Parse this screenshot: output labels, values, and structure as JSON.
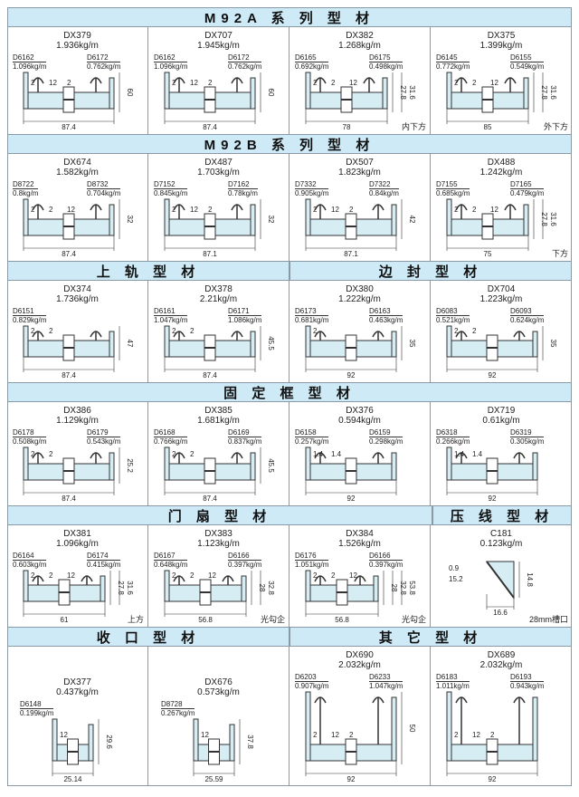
{
  "colors": {
    "header_bg": "#cdeaf6",
    "profile_fill": "#d6edf4",
    "line": "#333333"
  },
  "sections": [
    {
      "headers": [
        "M92A 系 列 型 材"
      ],
      "cells": [
        {
          "code": "DX379",
          "weight": "1.936kg/m",
          "parts": [
            {
              "code": "D6162",
              "weight": "1.096kg/m"
            },
            {
              "code": "D6172",
              "weight": "0.762kg/m"
            }
          ],
          "width": "87.4",
          "heights": [
            "60"
          ],
          "small": [
            "2",
            "12",
            "2"
          ],
          "note": ""
        },
        {
          "code": "DX707",
          "weight": "1.945kg/m",
          "parts": [
            {
              "code": "D6162",
              "weight": "1.096kg/m"
            },
            {
              "code": "D6172",
              "weight": "0.762kg/m"
            }
          ],
          "width": "87.4",
          "heights": [
            "60"
          ],
          "small": [
            "2",
            "12",
            "2"
          ],
          "note": ""
        },
        {
          "code": "DX382",
          "weight": "1.268kg/m",
          "parts": [
            {
              "code": "D6165",
              "weight": "0.692kg/m"
            },
            {
              "code": "D6175",
              "weight": "0.498kg/m"
            }
          ],
          "width": "78",
          "heights": [
            "27.8",
            "31.6"
          ],
          "small": [
            "2",
            "2",
            "12"
          ],
          "note": "内下方"
        },
        {
          "code": "DX375",
          "weight": "1.399kg/m",
          "parts": [
            {
              "code": "D6145",
              "weight": "0.772kg/m"
            },
            {
              "code": "D6155",
              "weight": "0.549kg/m"
            }
          ],
          "width": "85",
          "heights": [
            "27.8",
            "31.6"
          ],
          "small": [
            "2",
            "2",
            "12"
          ],
          "note": "外下方"
        }
      ]
    },
    {
      "headers": [
        "M92B 系 列 型 材"
      ],
      "cells": [
        {
          "code": "DX674",
          "weight": "1.582kg/m",
          "parts": [
            {
              "code": "D8722",
              "weight": "0.8kg/m"
            },
            {
              "code": "D8732",
              "weight": "0.704kg/m"
            }
          ],
          "width": "87.4",
          "heights": [
            "32"
          ],
          "small": [
            "2",
            "2",
            "12"
          ],
          "note": ""
        },
        {
          "code": "DX487",
          "weight": "1.703kg/m",
          "parts": [
            {
              "code": "D7152",
              "weight": "0.845kg/m"
            },
            {
              "code": "D7162",
              "weight": "0.78kg/m"
            }
          ],
          "width": "87.1",
          "heights": [
            "32"
          ],
          "small": [
            "2",
            "12",
            "2"
          ],
          "note": ""
        },
        {
          "code": "DX507",
          "weight": "1.823kg/m",
          "parts": [
            {
              "code": "D7332",
              "weight": "0.905kg/m"
            },
            {
              "code": "D7322",
              "weight": "0.84kg/m"
            }
          ],
          "width": "87.1",
          "heights": [
            "42"
          ],
          "small": [
            "2",
            "12",
            "2"
          ],
          "note": ""
        },
        {
          "code": "DX488",
          "weight": "1.242kg/m",
          "parts": [
            {
              "code": "D7155",
              "weight": "0.685kg/m"
            },
            {
              "code": "D7165",
              "weight": "0.479kg/m"
            }
          ],
          "width": "75",
          "heights": [
            "27.8",
            "31.6"
          ],
          "small": [
            "2",
            "2",
            "12"
          ],
          "note": "下方"
        }
      ]
    },
    {
      "headers": [
        "上 轨 型 材",
        "边 封 型 材"
      ],
      "cells": [
        {
          "code": "DX374",
          "weight": "1.736kg/m",
          "parts": [
            {
              "code": "D6151",
              "weight": "0.829kg/m"
            }
          ],
          "width": "87.4",
          "heights": [
            "47"
          ],
          "small": [
            "2",
            "2"
          ],
          "note": ""
        },
        {
          "code": "DX378",
          "weight": "2.21kg/m",
          "parts": [
            {
              "code": "D6161",
              "weight": "1.047kg/m"
            },
            {
              "code": "D6171",
              "weight": "1.086kg/m"
            }
          ],
          "width": "87.4",
          "heights": [
            "45.5"
          ],
          "small": [
            "2",
            "2"
          ],
          "note": ""
        },
        {
          "code": "DX380",
          "weight": "1.222kg/m",
          "parts": [
            {
              "code": "D6173",
              "weight": "0.681kg/m"
            },
            {
              "code": "D6163",
              "weight": "0.463kg/m"
            }
          ],
          "width": "92",
          "heights": [
            "35"
          ],
          "small": [
            "2"
          ],
          "note": ""
        },
        {
          "code": "DX704",
          "weight": "1.223kg/m",
          "parts": [
            {
              "code": "D6083",
              "weight": "0.521kg/m"
            },
            {
              "code": "D6093",
              "weight": "0.624kg/m"
            }
          ],
          "width": "92",
          "heights": [
            "35"
          ],
          "small": [
            "2",
            "2"
          ],
          "note": ""
        }
      ]
    },
    {
      "headers": [
        "固 定 框 型 材"
      ],
      "cells": [
        {
          "code": "DX386",
          "weight": "1.129kg/m",
          "parts": [
            {
              "code": "D6178",
              "weight": "0.508kg/m"
            },
            {
              "code": "D6179",
              "weight": "0.543kg/m"
            }
          ],
          "width": "87.4",
          "heights": [
            "25.2"
          ],
          "small": [
            "2",
            "2"
          ],
          "note": ""
        },
        {
          "code": "DX385",
          "weight": "1.681kg/m",
          "parts": [
            {
              "code": "D6168",
              "weight": "0.766kg/m"
            },
            {
              "code": "D6169",
              "weight": "0.837kg/m"
            }
          ],
          "width": "87.4",
          "heights": [
            "45.5"
          ],
          "small": [
            "2",
            "2"
          ],
          "note": ""
        },
        {
          "code": "DX376",
          "weight": "0.594kg/m",
          "parts": [
            {
              "code": "D6158",
              "weight": "0.257kg/m"
            },
            {
              "code": "D6159",
              "weight": "0.298kg/m"
            }
          ],
          "width": "92",
          "heights": [],
          "small": [
            "1.4",
            "1.4"
          ],
          "note": ""
        },
        {
          "code": "DX719",
          "weight": "0.61kg/m",
          "parts": [
            {
              "code": "D6318",
              "weight": "0.266kg/m"
            },
            {
              "code": "D6319",
              "weight": "0.305kg/m"
            }
          ],
          "width": "92",
          "heights": [],
          "small": [
            "1.4",
            "1.4"
          ],
          "note": ""
        }
      ]
    },
    {
      "headers": [
        "门 扇 型 材",
        "压 线 型 材"
      ],
      "cells": [
        {
          "code": "DX381",
          "weight": "1.096kg/m",
          "parts": [
            {
              "code": "D6164",
              "weight": "0.603kg/m"
            },
            {
              "code": "D6174",
              "weight": "0.415kg/m"
            }
          ],
          "width": "61",
          "heights": [
            "27.8",
            "31.6"
          ],
          "small": [
            "2",
            "2",
            "12"
          ],
          "note": "上方"
        },
        {
          "code": "DX383",
          "weight": "1.123kg/m",
          "parts": [
            {
              "code": "D6167",
              "weight": "0.648kg/m"
            },
            {
              "code": "D6166",
              "weight": "0.397kg/m"
            }
          ],
          "width": "56.8",
          "heights": [
            "28",
            "32.8"
          ],
          "small": [
            "2",
            "2",
            "12"
          ],
          "note": "光勾企"
        },
        {
          "code": "DX384",
          "weight": "1.526kg/m",
          "parts": [
            {
              "code": "D6176",
              "weight": "1.051kg/m"
            },
            {
              "code": "D6166",
              "weight": "0.397kg/m"
            }
          ],
          "width": "56.8",
          "heights": [
            "28",
            "32.8",
            "53.8"
          ],
          "small": [
            "2",
            "2",
            "12"
          ],
          "note": "光勾企"
        },
        {
          "code": "C181",
          "weight": "0.123kg/m",
          "parts": [],
          "width": "16.6",
          "heights": [
            "14.8"
          ],
          "small": [
            "0.9",
            "15.2"
          ],
          "note": "28mm槽口"
        }
      ]
    },
    {
      "headers": [
        "收 口 型 材",
        "其 它 型 材"
      ],
      "cells": [
        {
          "code": "DX377",
          "weight": "0.437kg/m",
          "parts": [
            {
              "code": "D6148",
              "weight": "0.199kg/m"
            }
          ],
          "width": "25.14",
          "heights": [
            "29.6"
          ],
          "small": [
            "12"
          ],
          "note": ""
        },
        {
          "code": "DX676",
          "weight": "0.573kg/m",
          "parts": [
            {
              "code": "D8728",
              "weight": "0.267kg/m"
            }
          ],
          "width": "25.59",
          "heights": [
            "37.8"
          ],
          "small": [
            "12"
          ],
          "note": ""
        },
        {
          "code": "DX690",
          "weight": "2.032kg/m",
          "parts": [
            {
              "code": "D6203",
              "weight": "0.907kg/m"
            },
            {
              "code": "D6233",
              "weight": "1.047kg/m"
            }
          ],
          "width": "92",
          "heights": [
            "50"
          ],
          "small": [
            "2",
            "12",
            "2"
          ],
          "note": ""
        },
        {
          "code": "DX689",
          "weight": "2.032kg/m",
          "parts": [
            {
              "code": "D6183",
              "weight": "1.011kg/m"
            },
            {
              "code": "D6193",
              "weight": "0.943kg/m"
            }
          ],
          "width": "92",
          "heights": [],
          "small": [
            "2",
            "12",
            "2"
          ],
          "note": ""
        }
      ]
    }
  ]
}
